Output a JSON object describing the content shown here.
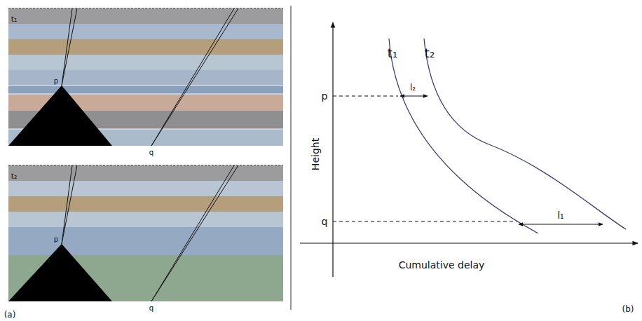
{
  "diagram": {
    "labels": [
      "t₁",
      "p",
      "q",
      "t₂",
      "p",
      "q",
      "(a)",
      "t₁",
      "t₂",
      "p",
      "l₂",
      "q",
      "l₁",
      "Height",
      "Cumulative delay",
      "(b)"
    ]
  }
}
